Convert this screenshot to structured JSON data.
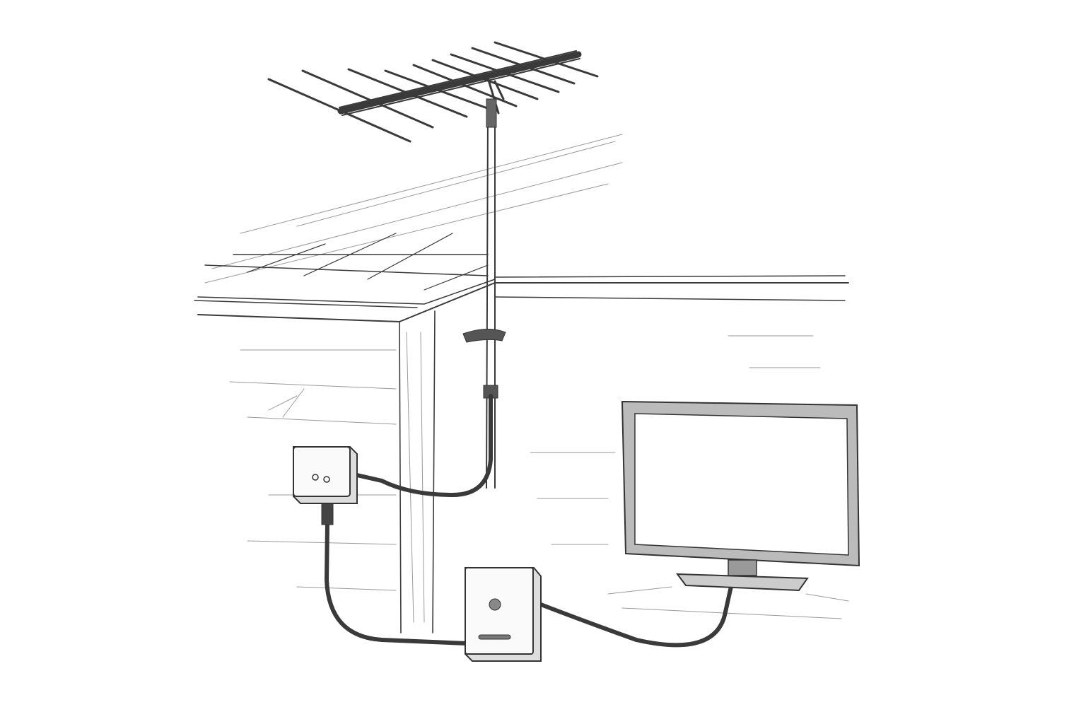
{
  "style": {
    "ink": "#3a3a3a",
    "light_ink": "#9a9a9a",
    "background": "#ffffff"
  },
  "illustration": {
    "components": [
      "antenna",
      "mast",
      "roof",
      "wall-box",
      "wall-outlet",
      "television"
    ]
  }
}
